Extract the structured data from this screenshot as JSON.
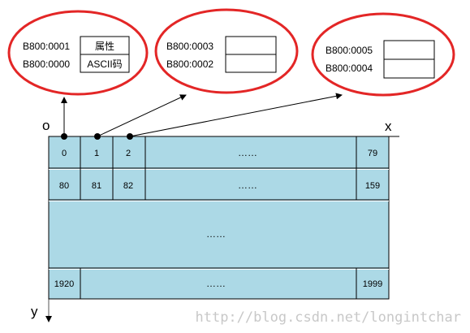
{
  "memory_bubbles": [
    {
      "upper_address": "B800:0001",
      "lower_address": "B800:0000",
      "upper_cell": "属性",
      "lower_cell": "ASCII码"
    },
    {
      "upper_address": "B800:0003",
      "lower_address": "B800:0002",
      "upper_cell": "",
      "lower_cell": ""
    },
    {
      "upper_address": "B800:0005",
      "lower_address": "B800:0004",
      "upper_cell": "",
      "lower_cell": ""
    }
  ],
  "axes": {
    "origin": "o",
    "x": "x",
    "y": "y"
  },
  "grid": {
    "row_1": [
      "0",
      "1",
      "2",
      "……",
      "79"
    ],
    "row_2": [
      "80",
      "81",
      "82",
      "……",
      "159"
    ],
    "middle": "……",
    "last_row": [
      "1920",
      "……",
      "1999"
    ]
  },
  "watermark": "http://blog.csdn.net/longintchar",
  "colors": {
    "grid_fill": "#acd9e6",
    "bubble_stroke": "#e32626"
  }
}
